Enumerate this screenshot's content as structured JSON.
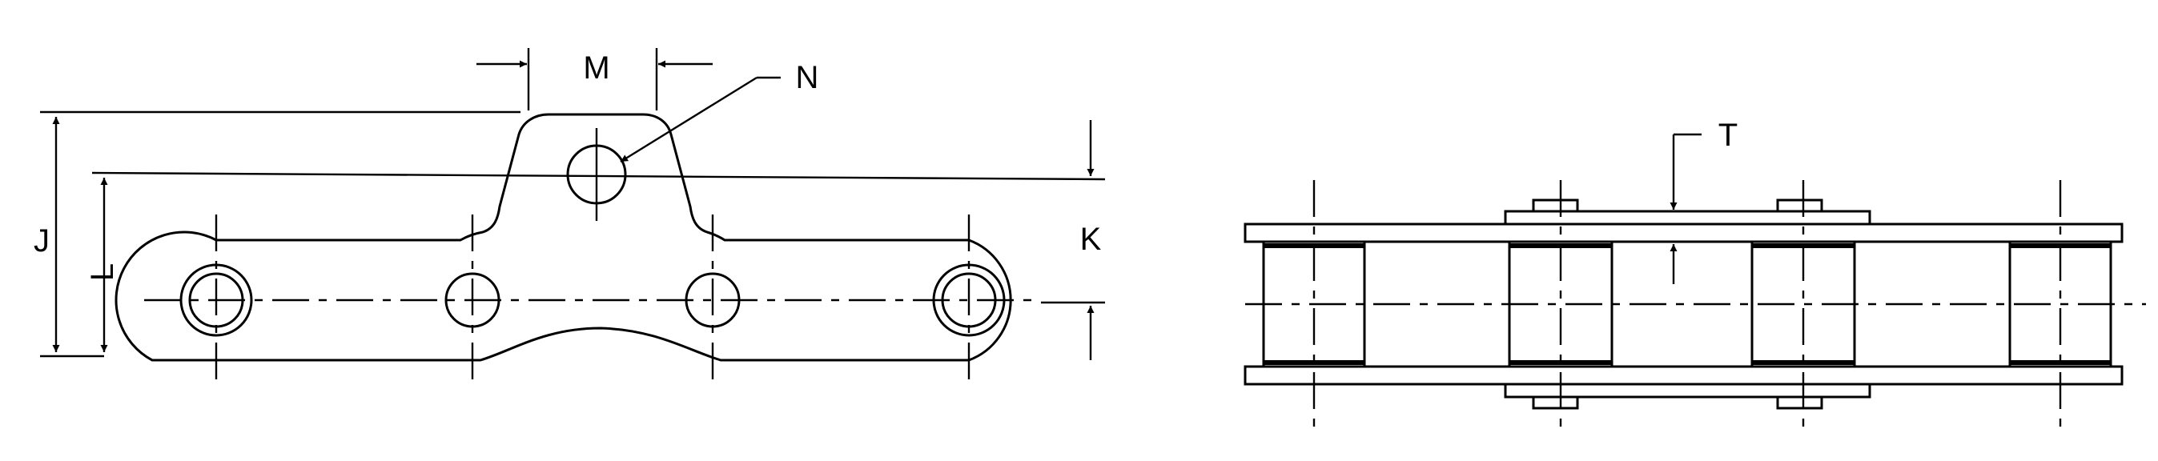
{
  "diagram": {
    "side_view": {
      "dimension_labels": {
        "j": "J",
        "k": "K",
        "l": "L",
        "m": "M",
        "n": "N"
      }
    },
    "top_view": {
      "dimension_labels": {
        "t": "T"
      }
    }
  }
}
